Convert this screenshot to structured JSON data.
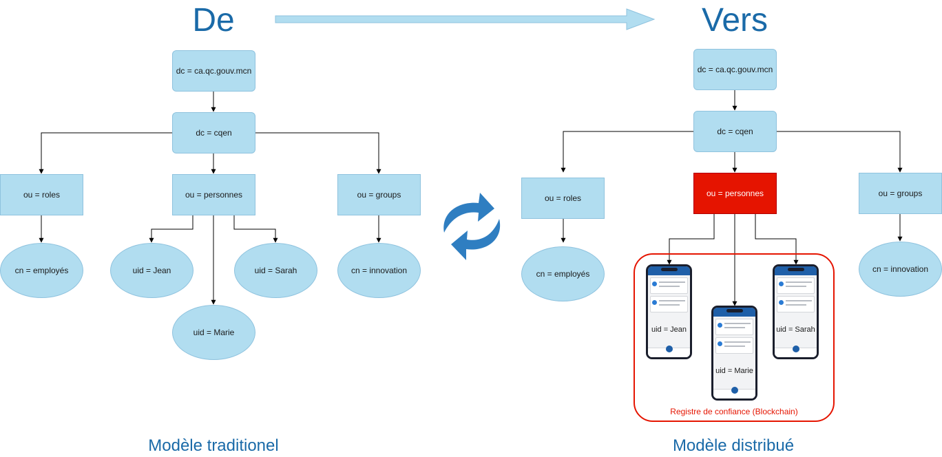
{
  "header": {
    "from_label": "De",
    "to_label": "Vers"
  },
  "traditional": {
    "root": "dc = ca.qc.gouv.mcn",
    "dc": "dc = cqen",
    "ou_roles": "ou = roles",
    "ou_personnes": "ou = personnes",
    "ou_groups": "ou = groups",
    "cn_employes": "cn = employés",
    "uid_jean": "uid = Jean",
    "uid_sarah": "uid = Sarah",
    "uid_marie": "uid = Marie",
    "cn_innovation": "cn = innovation",
    "caption": "Modèle traditionel"
  },
  "distributed": {
    "root": "dc = ca.qc.gouv.mcn",
    "dc": "dc = cqen",
    "ou_roles": "ou = roles",
    "ou_personnes": "ou = personnes",
    "ou_groups": "ou = groups",
    "cn_employes": "cn = employés",
    "cn_innovation": "cn = innovation",
    "uid_jean": "uid = Jean",
    "uid_marie": "uid = Marie",
    "uid_sarah": "uid = Sarah",
    "registry_label": "Registre de confiance (Blockchain)",
    "caption": "Modèle distribué"
  },
  "colors": {
    "node_fill": "#b1ddf0",
    "node_border": "#8ec2de",
    "highlight_fill": "#e51400",
    "title_blue": "#1a6aa8",
    "sync_icon": "#2f7ec1"
  },
  "icons": [
    "right-arrow-icon",
    "sync-icon",
    "phone-icon"
  ]
}
